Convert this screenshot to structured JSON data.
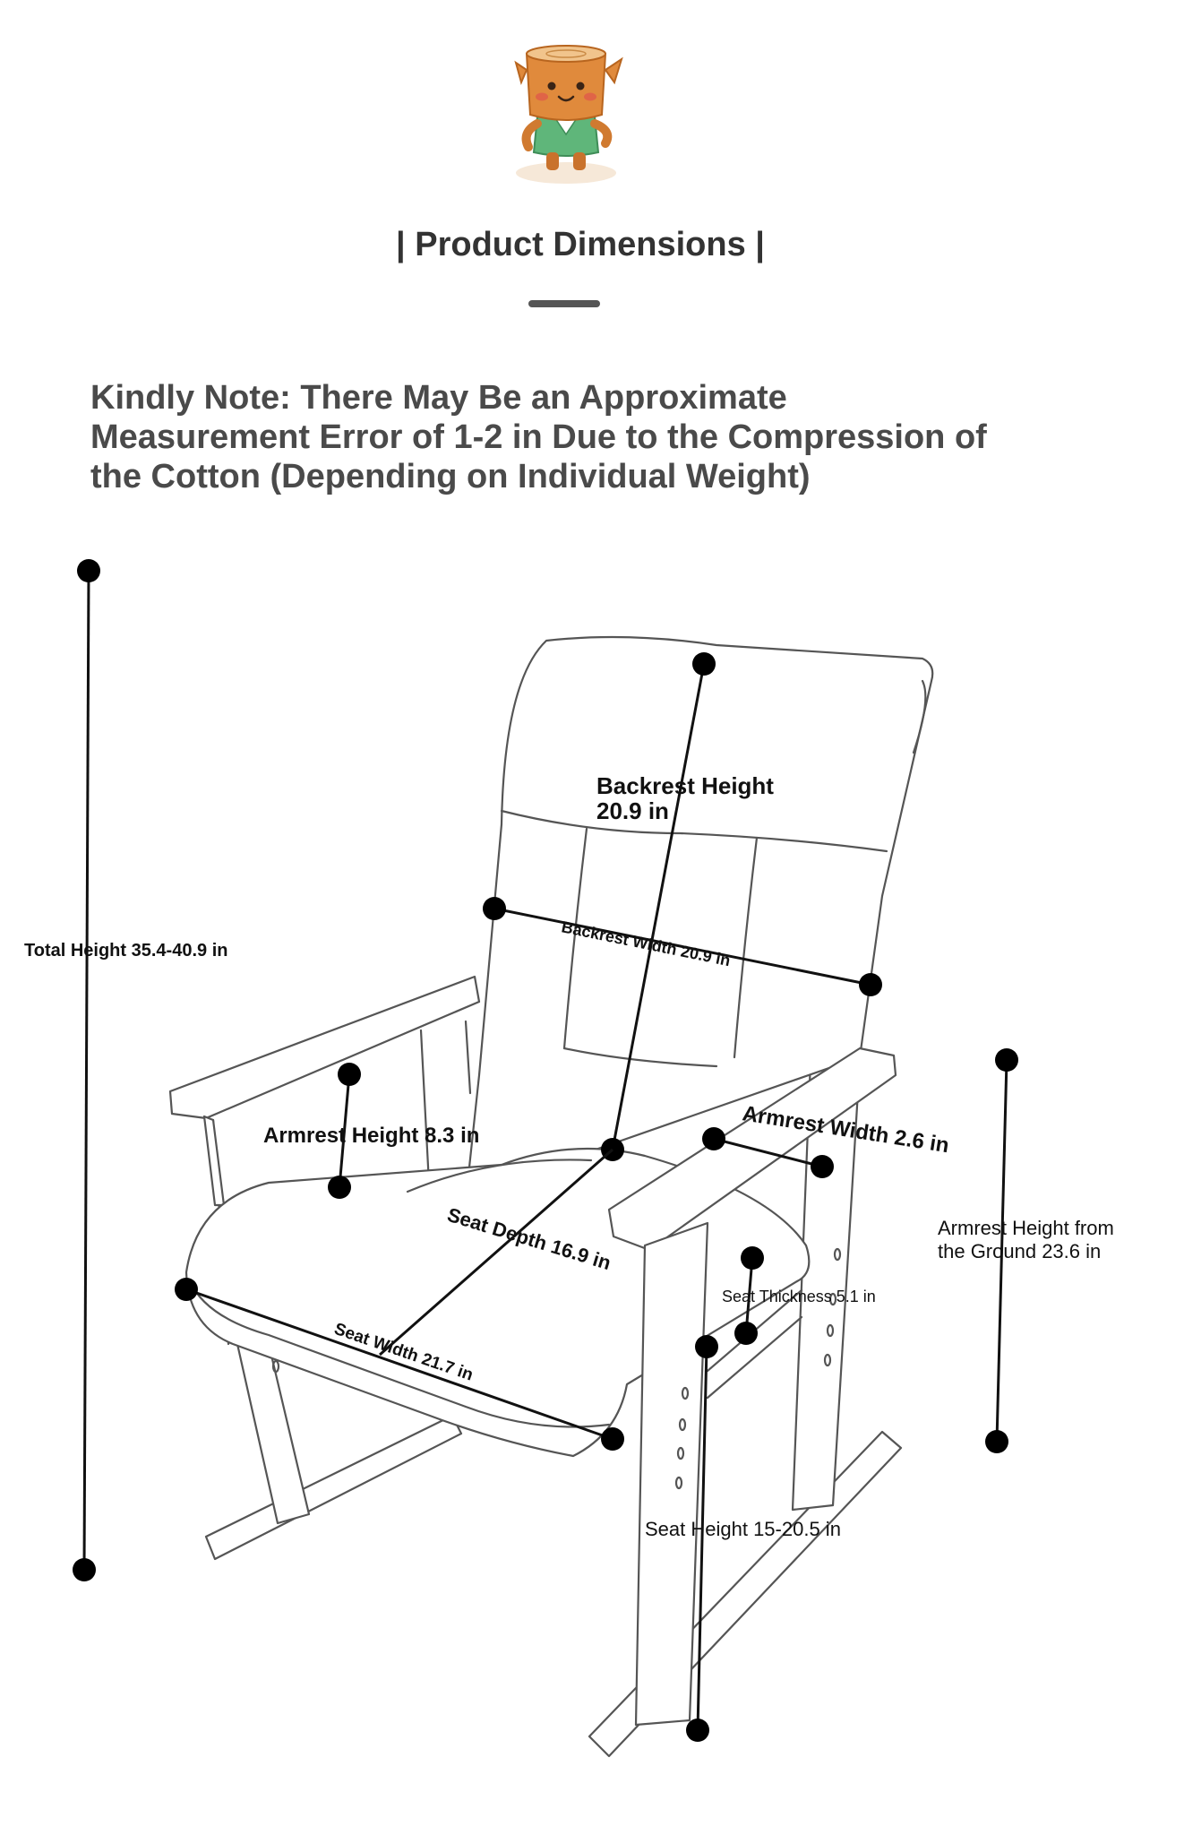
{
  "header": {
    "title": "| Product Dimensions |"
  },
  "note": {
    "lines": [
      "Kindly Note: There May Be an Approximate",
      "Measurement Error of 1-2 in Due to the Compression of",
      "the Cotton (Depending on Individual Weight)"
    ]
  },
  "dimensions": {
    "total_height": "Total Height 35.4-40.9 in",
    "backrest_height_line1": "Backrest Height",
    "backrest_height_line2": "20.9 in",
    "backrest_width": "Backrest Width 20.9 in",
    "armrest_height": "Armrest Height 8.3 in",
    "armrest_width": "Armrest Width 2.6 in",
    "seat_depth": "Seat Depth 16.9 in",
    "seat_width": "Seat Width 21.7 in",
    "seat_thickness": "Seat Thickness 5.1 in",
    "armrest_ground_line1": "Armrest Height from",
    "armrest_ground_line2": "the Ground 23.6 in",
    "seat_height": "Seat Height 15-20.5 in"
  },
  "colors": {
    "title_text": "#333333",
    "note_text": "#4a4a4a",
    "mascot_skin": "#e08a3c",
    "mascot_shirt": "#5fb67a"
  }
}
